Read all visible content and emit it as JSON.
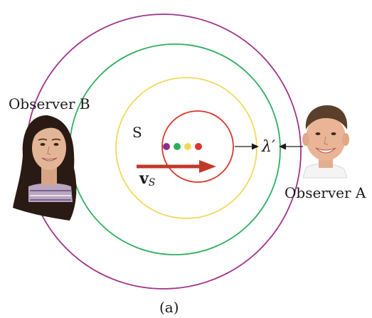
{
  "labels": {
    "observer_b": "Observer B",
    "observer_a": "Observer A",
    "source": "S",
    "velocity_main": "v",
    "velocity_sub": "S",
    "wavelength": "λ′",
    "caption": "(a)"
  },
  "colors": {
    "circle_outer": "#a0308a",
    "circle_second": "#2eae5e",
    "circle_third": "#f3d85a",
    "circle_inner": "#d8362a",
    "velocity_arrow": "#c0392b",
    "dots": [
      "#8e2a8a",
      "#2eae5e",
      "#f3d85a",
      "#d8362a"
    ],
    "pointer_arrow": "#1a1a1a"
  },
  "icons": {
    "observer_b": "girl-face-photo",
    "observer_a": "boy-face-photo"
  }
}
